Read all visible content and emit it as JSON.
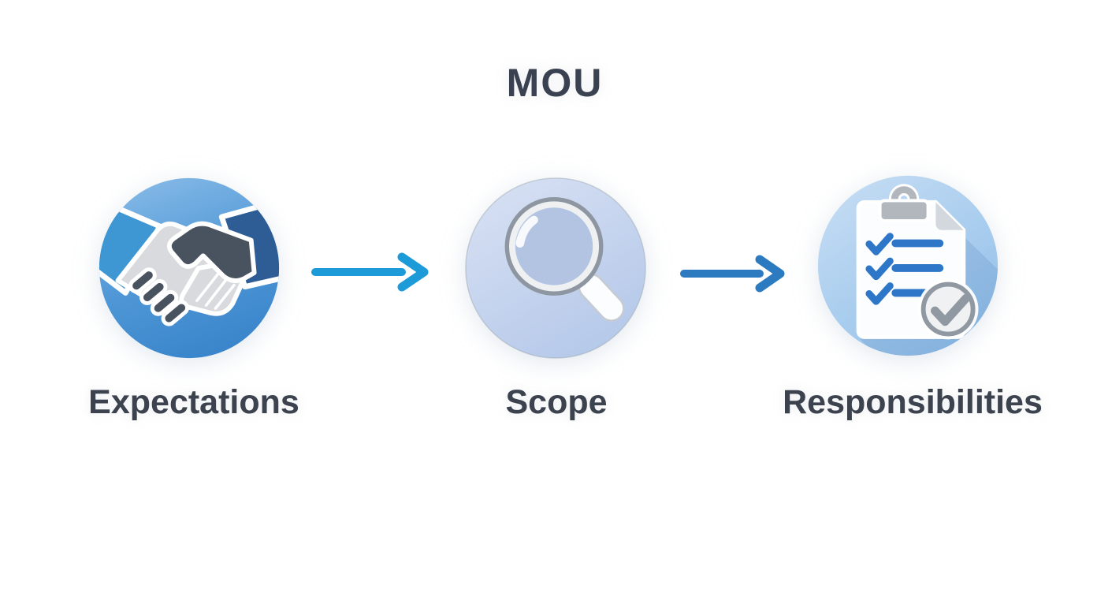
{
  "title": "MOU",
  "stages": [
    {
      "label": "Expectations",
      "icon": "handshake-icon"
    },
    {
      "label": "Scope",
      "icon": "magnifier-icon"
    },
    {
      "label": "Responsibilities",
      "icon": "checklist-icon"
    }
  ],
  "arrows": [
    {
      "name": "arrow-1",
      "color": "#1d9ad8"
    },
    {
      "name": "arrow-2",
      "color": "#2c7abf"
    }
  ],
  "colors": {
    "background": "#ffffff",
    "title_text": "#3a4150",
    "label_text": "#3c434e",
    "circle_expectations": "#3f8ccf",
    "circle_scope": "#bfcfec",
    "circle_responsibilities": "#a5cbec",
    "handshake_dark_hand": "#49525f",
    "handshake_light_hand": "#d9dadd",
    "handshake_left_sleeve": "#3e96d3",
    "handshake_right_sleeve": "#2e5d95",
    "checklist_accent": "#2e77c8"
  }
}
